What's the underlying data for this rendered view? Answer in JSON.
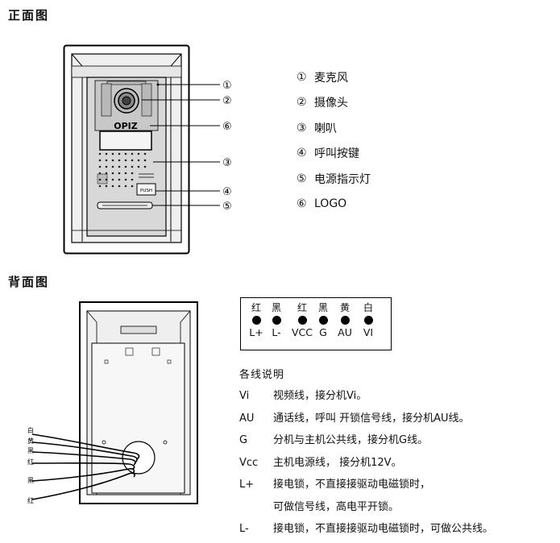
{
  "sections": {
    "front": "正面图",
    "back": "背面图"
  },
  "front_device": {
    "brand_logo": "OPIZ",
    "push_label": "PUSH"
  },
  "callouts": [
    "①",
    "②",
    "⑥",
    "③",
    "④",
    "⑤"
  ],
  "legend": [
    {
      "num": "①",
      "text": "麦克风"
    },
    {
      "num": "②",
      "text": "摄像头"
    },
    {
      "num": "③",
      "text": "喇叭"
    },
    {
      "num": "④",
      "text": "呼叫按键"
    },
    {
      "num": "⑤",
      "text": "电源指示灯"
    },
    {
      "num": "⑥",
      "text": "LOGO"
    }
  ],
  "wires": [
    {
      "color": "红",
      "signal": "L+"
    },
    {
      "color": "黑",
      "signal": "L-"
    },
    {
      "color": "红",
      "signal": "VCC"
    },
    {
      "color": "黑",
      "signal": "G"
    },
    {
      "color": "黄",
      "signal": "AU"
    },
    {
      "color": "白",
      "signal": "VI"
    }
  ],
  "back_wire_labels": [
    "白",
    "黄",
    "黑",
    "红",
    "黑",
    "红"
  ],
  "notes": {
    "title": "各线说明",
    "items": [
      {
        "key": "Vi",
        "text": "视频线，接分机Vi。"
      },
      {
        "key": "AU",
        "text": "通话线，呼叫 开锁信号线，接分机AU线。"
      },
      {
        "key": "G",
        "text": "分机与主机公共线，接分机G线。"
      },
      {
        "key": "Vcc",
        "text": "主机电源线， 接分机12V。"
      },
      {
        "key": "L+",
        "text": "接电锁，不直接接驱动电磁锁时，"
      },
      {
        "key": "",
        "text": "可做信号线，高电平开锁。"
      },
      {
        "key": "L-",
        "text": "接电锁，不直接接驱动电磁锁时，可做公共线。"
      }
    ]
  }
}
